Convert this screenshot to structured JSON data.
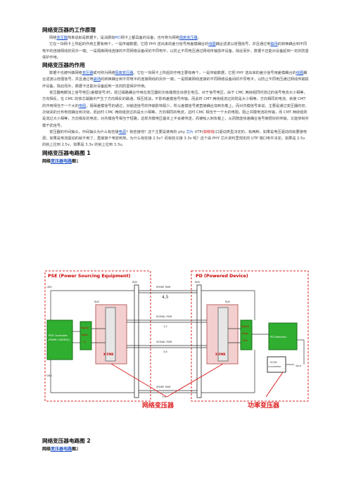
{
  "section1": {
    "title": "网络变压器的工作原理",
    "p1": {
      "a": "网络",
      "a_link": "变压器",
      "b": "简单说就是数据卡，是消费级",
      "b_link": "PCI",
      "c": "网卡上都具备的设备，也可称为网络",
      "c_link": "隔离变压器",
      "d": "。"
    },
    "p2": {
      "a": "它在一块网卡上所起的作用主要有两个，一是传输数据，它把 PHY 送出来的差分信号用差模耦合的",
      "a_link": "线圈",
      "b": "耦合滤波以增强信号，并且通过电",
      "b_link": "磁场",
      "c": "的转换耦合到不同电平的连接网线的另外一端；一是隔离网线连接的不同网络设备间的不同电平，以防止不同电压通过网线传输损坏设备。除此而外，数据卡还能对设备起到一定的防雷保护作用。"
    }
  },
  "section2": {
    "title": "网络变压器的作用",
    "p1": {
      "a": "数据卡也被叫做网络",
      "a_link": "变压器",
      "b": "或可称为网络",
      "b_link": "隔离变压器",
      "c": "。它在一块网卡上所起的作用主要有两个，一是传输数据，它把 PHY 送出来的差分信号用差模耦合的",
      "c_link": "线圈",
      "d": "耦合滤波以增强信号，并且通过电",
      "d_link": "磁场",
      "e": "的转换耦合到不同电平的连接网线的另外一端；一是隔离网线连接的不同网络设备间的不同电平，以防止不同电压通过网线传输损坏设备。除此而外，数据卡还能对设备起到一定的防雷保护作用。"
    },
    "p2": {
      "a": "变压器两脚加上信号电压(差模信号)时，经过磁路耦合作用在变压器的次级端感应出感生电压。对于信号电压，由于 CMC 两绕组同时流过的信号电流大小相等，方向相反，在 CMC 的铁芯磁路中产生了方向相反的磁通，相互抵消，不影响差模信号传输。而此时 CMT 两绕组流过的则是大小相等，方向相同的电流，就使 CMT 的作用相当于一个大的",
      "a_link": "电阻",
      "b": "，阻碍差模信号的通过，对输送信号的传输影响极少。所以差模信号被直接耦合加到负载上。而对共模信号来说，主要是通过变压器的初、次级间的分布电容耦合到次级，而此时 CMC 两绕组流过的是大小相等，方向相同的电流，这时 CMC 相当于一个大的电阻，阻止共模电流的传输，而 CMT 两绕组则是流过大小相等，方向相反的电流，对共模信号相当于短路，这样共模电压基本上不会被传送，而被吸入到负载上，从而既能快速耦合信号被很好的传输，又能抑制共模干扰信号。"
    },
    "p3": {
      "a": "变压器的中间抽头，中间抽头为什么有些接",
      "a_link": "电源",
      "b": "？有些接地？这个主要是使用的 phy ",
      "b_link": "芯片",
      "c": " UTP(",
      "c_red": "双绞线",
      "d": ")口驱动类型决定的，有两种，如果是电压驱动的就要接电源；如果是电流驱动的就不用了，直接接个电容到地。为什么有些接 2.5v？而有些又接 3.3v 呢？这个由 PHY 芯片资料里规定的 UTP 端口电平决定。如果是 2.5v 的就上拉到 2.5v，如果是 3.3v 的就上拉到 3.3v。"
    }
  },
  "circuit1": {
    "title": "网络变压器电路图 1",
    "caption_pre": "网络",
    "caption_link": "变压器电路",
    "caption_post": "图",
    "caption_num": "1"
  },
  "diagram": {
    "pse_label": "PSE (Power Sourcing Equipment)",
    "pd_label": "PD (Powered Device)",
    "pse_controller": [
      "PSE Controller",
      "(PWRR CONTROL)"
    ],
    "signal_left": [
      "Signal",
      "Data",
      "1+"
    ],
    "signal_right": [
      "Signal",
      "Data",
      "Out"
    ],
    "xfmr_left": "X FMR",
    "xfmr_right": "X FMR",
    "spare_pair_top": [
      "SPARE PAIR",
      "4,5"
    ],
    "signal_pair_mid": [
      "SIGNAL PAIR",
      "1,2"
    ],
    "signal_pair_low": [
      "SIGNAL PAIR",
      "3,6"
    ],
    "spare_pair_bot": [
      "SPARE PAIR",
      "7,8"
    ],
    "rj45_1": "RJ45",
    "rj45_2": "RJ45",
    "rj45_3": "RJ45",
    "rj45_4": "RJ45",
    "pd_detection": "PD Detection",
    "dcdc": [
      "DC/DC",
      "CONVERTER"
    ],
    "vout": "Vout",
    "v48": "-48V",
    "gnd": "GND",
    "label_network": "网络变压器",
    "label_power": "功率变压器"
  },
  "circuit2": {
    "title": "网络变压器电路图 2",
    "caption_pre": "网络",
    "caption_link": "变压器电路",
    "caption_post": "图",
    "caption_num": "2"
  }
}
